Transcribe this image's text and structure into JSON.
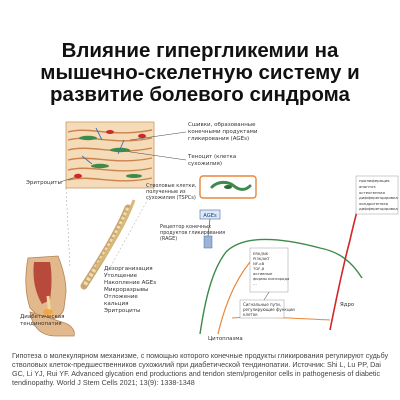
{
  "title_lines": [
    "Влияние гипергликемии на",
    "мышечно-скелетную систему и",
    "развитие болевого синдрома"
  ],
  "labels": {
    "ages_crosslinks": [
      "Сшивки, образованные",
      "конечными продуктами",
      "гликирования (AGEs)"
    ],
    "tenocyte": [
      "Теноцит (клетка",
      "сухожилия)"
    ],
    "erythrocytes": "Эритроциты",
    "stem_cells": [
      "Стволовые клетки,",
      "полученные из",
      "сухожилия (TSPCs)"
    ],
    "ages_box": "AGEs",
    "rage": [
      "Рецептор конечных",
      "продуктов гликирования",
      "(RAGE)"
    ],
    "right_box": [
      "пролиферация",
      "апоптоз",
      "остеогенная",
      "дифференцировка",
      "хондрогенная",
      "дифференцировка"
    ],
    "inner_box": [
      "ERK/JNK",
      "PI3K/AKT",
      "NF-κB",
      "TGF-β",
      "активные",
      "формы кислорода",
      "…"
    ],
    "signal_box": [
      "Сигнальные пути,",
      "регулирующие функции",
      "клеток"
    ],
    "nucleus": "Ядро",
    "cytoplasm": "Цитоплазма",
    "effects": [
      "Дезорганизация",
      "Утолщение",
      "Накопление AGEs",
      "Микроразрывы",
      "Отложение",
      "кальция",
      "Эритроциты"
    ],
    "tendinopathy": [
      "Диабетическая",
      "тендинопатия"
    ]
  },
  "caption": "Гипотеза о молекулярном механизме, с помощью которого конечные продукты гликирования регулируют судьбу стволовых клеток-предшественников сухожилий при диабетической тендинопатии. Источник: Shi L, Lu PP, Dai GC, Li YJ, Rui YF. Advanced glycation end productions and tendon stem/progenitor cells in pathogenesis of diabetic tendinopathy. World J Stem Cells 2021; 13(9): 1338-1348",
  "colors": {
    "orange": "#e8873a",
    "green": "#3d8a4a",
    "red": "#d02828",
    "skin": "#e2b98c",
    "muscle": "#b84a3c",
    "tendon_bg": "#f5dbb8"
  }
}
